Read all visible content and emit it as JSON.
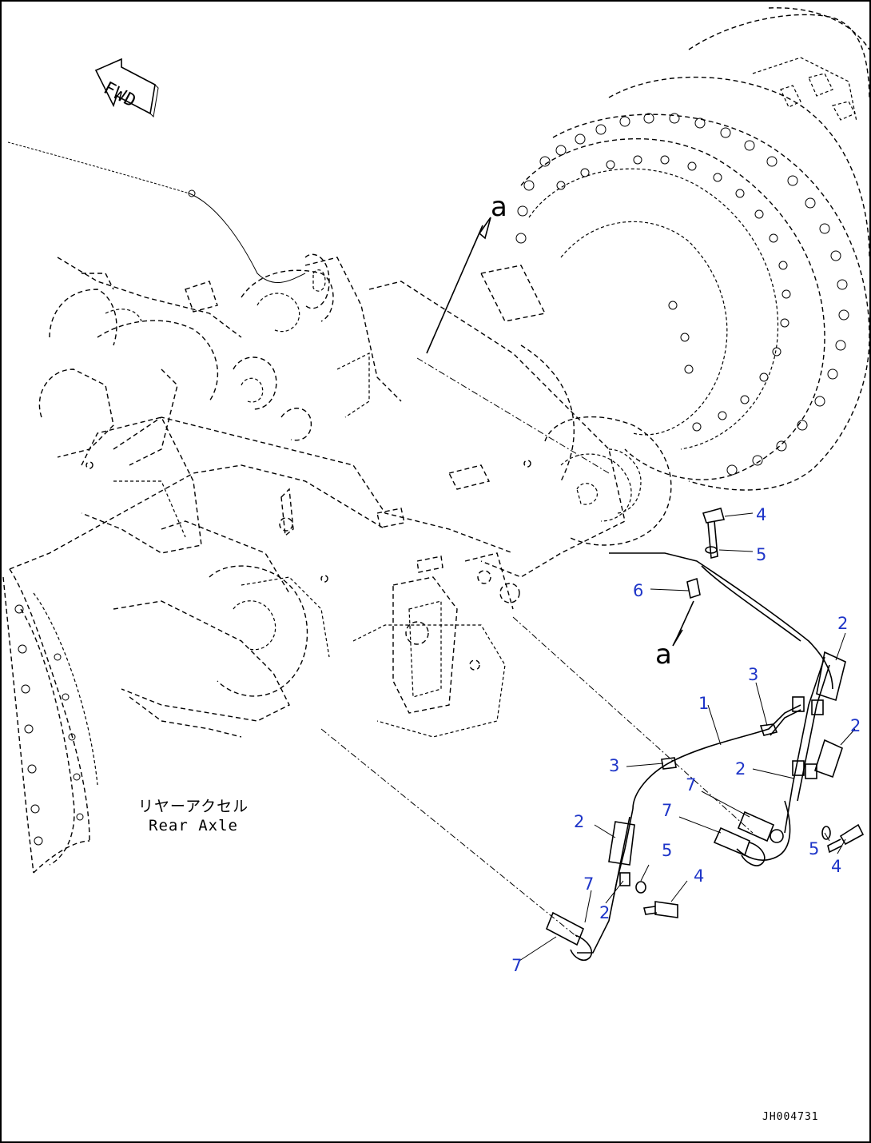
{
  "diagram": {
    "fwd_label": "FWD",
    "view_letter": "a",
    "axle_label_jp": "リヤーアクセル",
    "axle_label_en": "Rear Axle",
    "drawing_code": "JH004731",
    "callout_color": "#1e35c8",
    "callouts": [
      {
        "id": "c4a",
        "text": "4"
      },
      {
        "id": "c5a",
        "text": "5"
      },
      {
        "id": "c6",
        "text": "6"
      },
      {
        "id": "c2a",
        "text": "2"
      },
      {
        "id": "c3a",
        "text": "3"
      },
      {
        "id": "c1",
        "text": "1"
      },
      {
        "id": "c2b",
        "text": "2"
      },
      {
        "id": "c3b",
        "text": "3"
      },
      {
        "id": "c2c",
        "text": "2"
      },
      {
        "id": "c7a",
        "text": "7"
      },
      {
        "id": "c7b",
        "text": "7"
      },
      {
        "id": "c2d",
        "text": "2"
      },
      {
        "id": "c5b",
        "text": "5"
      },
      {
        "id": "c5c",
        "text": "5"
      },
      {
        "id": "c4b",
        "text": "4"
      },
      {
        "id": "c4c",
        "text": "4"
      },
      {
        "id": "c7c",
        "text": "7"
      },
      {
        "id": "c2e",
        "text": "2"
      },
      {
        "id": "c7d",
        "text": "7"
      }
    ]
  }
}
